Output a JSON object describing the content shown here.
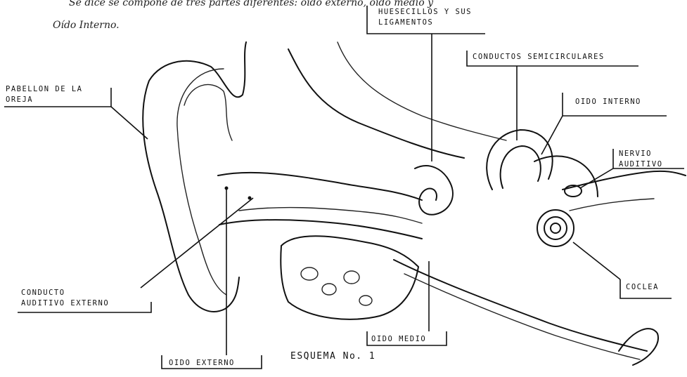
{
  "intro": {
    "line1": "Se dice se compone de tres partes diferentes: oído externo, oído medio y",
    "line2": "Oído Interno."
  },
  "labels": {
    "huesecillos": [
      "HUESECILLOS Y SUS",
      "LIGAMENTOS"
    ],
    "conductos": "CONDUCTOS SEMICIRCULARES",
    "pabellon": [
      "PABELLON DE LA",
      "OREJA"
    ],
    "oido_interno": "OIDO INTERNO",
    "nervio": [
      "NERVIO",
      "AUDITIVO"
    ],
    "conducto_auditivo": [
      "CONDUCTO",
      "AUDITIVO EXTERNO"
    ],
    "coclea": "COCLEA",
    "oido_medio": "OIDO MEDIO",
    "oido_externo": "OIDO EXTERNO"
  },
  "caption": "ESQUEMA No. 1"
}
